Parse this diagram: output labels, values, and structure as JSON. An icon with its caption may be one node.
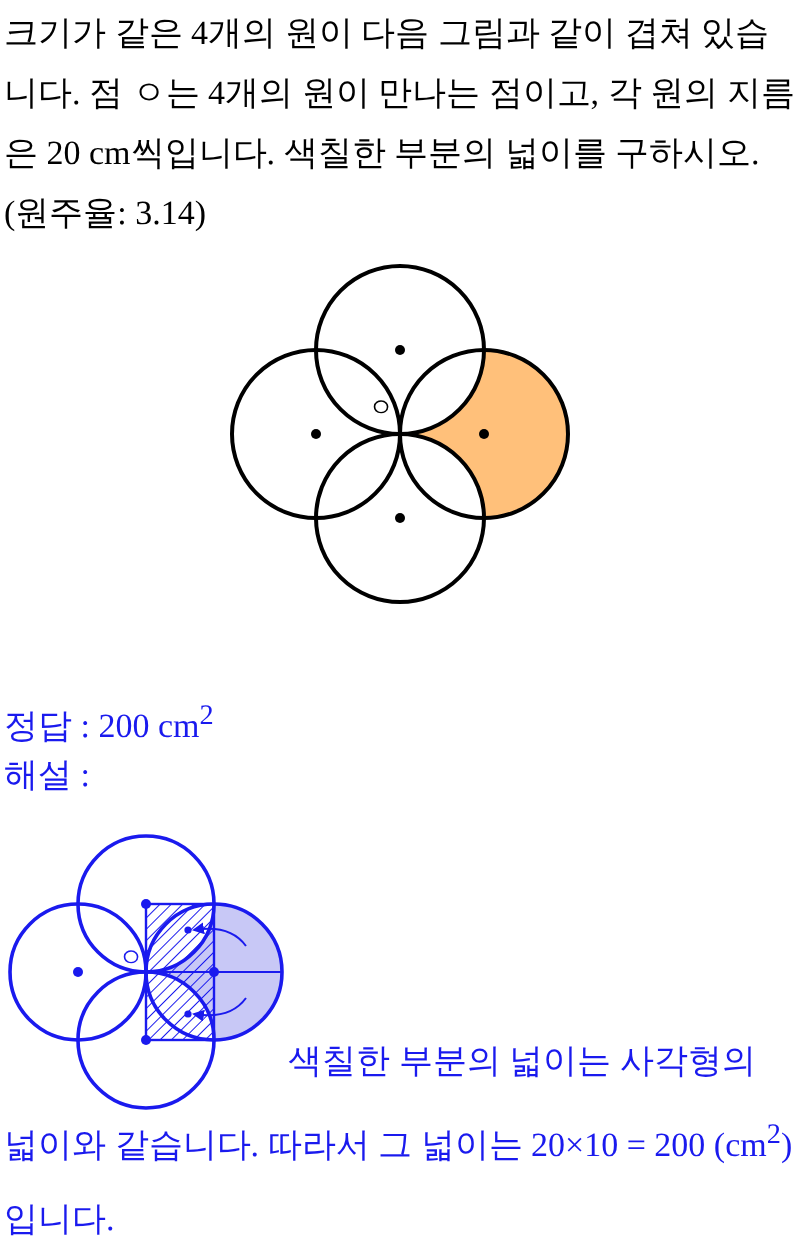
{
  "diagram": {
    "labels": [
      "크기가 같은 4개의 원이 다음 그림과 같이 겹쳐 있습니다. 점 ㅇ는 4개의 원이 만나는 점이고, 각 원의 지름은 20 cm씩입니다. 색칠한 부분의 넓이를 구하시오. (원주율: 3.14)",
      "ㅇ",
      "정답 : 200 cm$^{2}$",
      "해설 :",
      "ㅇ",
      "색칠한 부분의 넓이는 사각형의 넓이와 같습니다. 따라서 그 넓이는 20×10 = 200 (cm$^{2}$)입니다."
    ]
  }
}
